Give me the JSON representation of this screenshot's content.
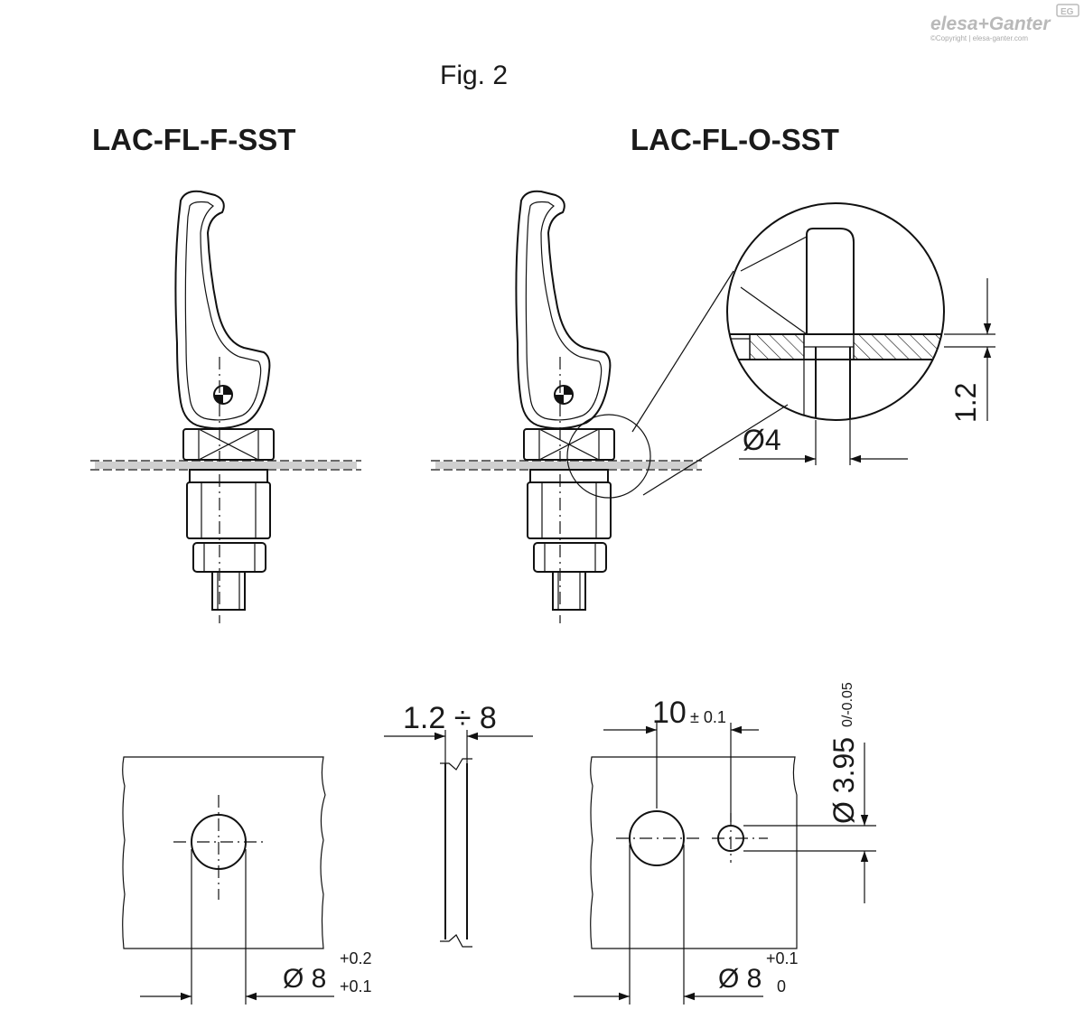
{
  "brand": {
    "logo": "elesa+Ganter",
    "badge": "EG",
    "copyright": "©Copyright | elesa-ganter.com"
  },
  "figure": {
    "label": "Fig. 2"
  },
  "products": {
    "left": "LAC-FL-F-SST",
    "right": "LAC-FL-O-SST"
  },
  "detail": {
    "diameter": "Ø4",
    "thickness": "1.2"
  },
  "panel_thickness": {
    "range": "1.2 ÷ 8"
  },
  "hole_left": {
    "diameter": "Ø 8",
    "tol_upper": "+0.2",
    "tol_lower": "+0.1"
  },
  "hole_right": {
    "diameter": "Ø 8",
    "tol_upper": "+0.1",
    "tol_lower": "0",
    "spacing": "10",
    "spacing_tol": "± 0.1",
    "pin_diameter": "Ø 3.95",
    "pin_tol": "0/-0.05"
  }
}
